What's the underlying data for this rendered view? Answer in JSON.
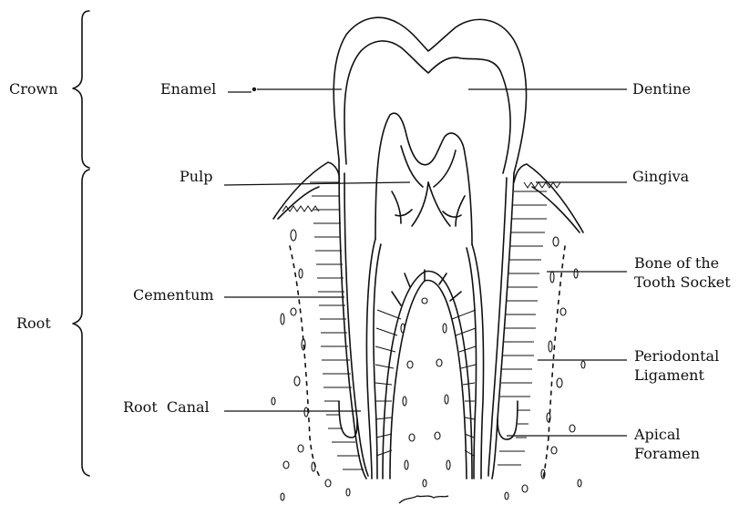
{
  "diagram": {
    "regions": {
      "crown": "Crown",
      "root": "Root"
    },
    "labels": {
      "enamel": "Enamel",
      "pulp": "Pulp",
      "cementum": "Cementum",
      "root_canal": "Root  Canal",
      "dentine": "Dentine",
      "gingiva": "Gingiva",
      "bone_line1": "Bone of the",
      "bone_line2": "Tooth Socket",
      "periodontal_line1": "Periodontal",
      "periodontal_line2": "Ligament",
      "apical_line1": "Apical",
      "apical_line2": "Foramen"
    }
  }
}
